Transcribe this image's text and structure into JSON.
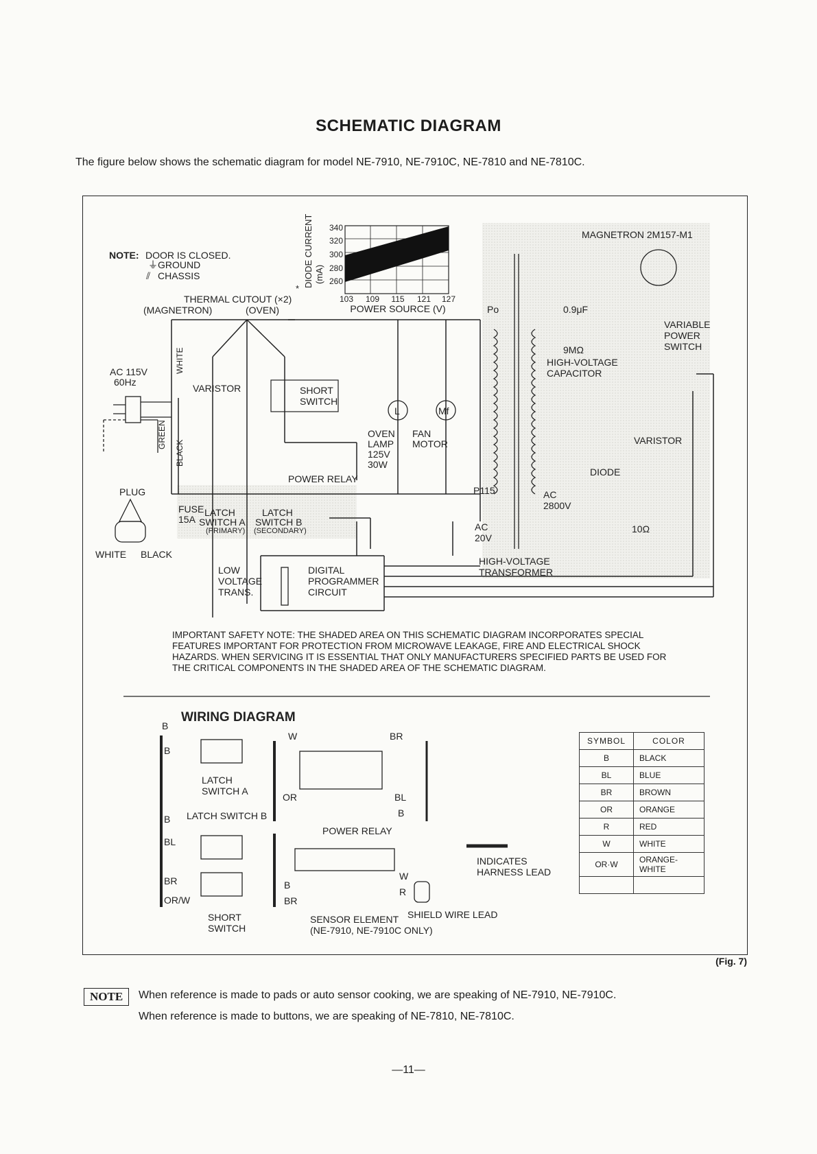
{
  "title": "SCHEMATIC DIAGRAM",
  "intro": "The figure below shows the schematic diagram for model NE-7910, NE-7910C, NE-7810 and NE-7810C.",
  "note": {
    "prefix": "NOTE:",
    "door": "DOOR IS CLOSED.",
    "ground": "GROUND",
    "chassis": "CHASSIS"
  },
  "graph": {
    "ylabel_1": "DIODE CURRENT",
    "ylabel_2": "(mA)",
    "yticks": [
      "340",
      "320",
      "300",
      "280",
      "260"
    ],
    "xticks": [
      "103",
      "109",
      "115",
      "121",
      "127"
    ],
    "xlabel": "POWER SOURCE (V)",
    "asterisk": "*"
  },
  "labels": {
    "thermal": "THERMAL CUTOUT (×2)",
    "magnetron_cut": "(MAGNETRON)",
    "oven_cut": "(OVEN)",
    "ac_1": "AC 115V",
    "ac_2": "60Hz",
    "white": "WHITE",
    "green": "GREEN",
    "black": "BLACK",
    "varistor": "VARISTOR",
    "short_1": "SHORT",
    "short_2": "SWITCH",
    "lamp_sym": "L",
    "fan_sym": "Mf",
    "oven_lamp": [
      "OVEN",
      "LAMP",
      "125V",
      "30W"
    ],
    "fan_motor": [
      "FAN",
      "MOTOR"
    ],
    "power_relay": "POWER RELAY",
    "plug": "PLUG",
    "plug_white": "WHITE",
    "plug_black": "BLACK",
    "fuse": [
      "FUSE",
      "15A"
    ],
    "latch_a": [
      "LATCH",
      "SWITCH A",
      "(PRIMARY)"
    ],
    "latch_b": [
      "LATCH",
      "SWITCH B",
      "(SECONDARY)"
    ],
    "low_voltage": [
      "LOW",
      "VOLTAGE",
      "TRANS."
    ],
    "digital": [
      "DIGITAL",
      "PROGRAMMER",
      "CIRCUIT"
    ],
    "magnetron": "MAGNETRON 2M157-M1",
    "po": "Po",
    "capacitor_val": "0.9μF",
    "resistor_val": "9MΩ",
    "hv_cap": [
      "HIGH-VOLTAGE",
      "CAPACITOR"
    ],
    "variable_power": [
      "VARIABLE",
      "POWER",
      "SWITCH"
    ],
    "varistor2": "VARISTOR",
    "diode": "DIODE",
    "ac2800": [
      "AC",
      "2800V"
    ],
    "r10": "10Ω",
    "p115": "P115",
    "ac20": [
      "AC",
      "20V"
    ],
    "hv_trans": [
      "HIGH-VOLTAGE",
      "TRANSFORMER"
    ]
  },
  "safety_note": "IMPORTANT SAFETY NOTE: THE SHADED AREA ON THIS SCHEMATIC DIAGRAM INCORPORATES SPECIAL FEATURES IMPORTANT FOR PROTECTION FROM MICROWAVE LEAKAGE, FIRE AND ELECTRICAL SHOCK HAZARDS. WHEN SERVICING IT IS ESSENTIAL THAT ONLY MANUFACTURERS SPECIFIED PARTS BE USED FOR THE CRITICAL COMPONENTS IN THE SHADED AREA OF THE SCHEMATIC DIAGRAM.",
  "wiring": {
    "title": "WIRING DIAGRAM",
    "latch_a": [
      "LATCH",
      "SWITCH A"
    ],
    "latch_b": "LATCH SWITCH B",
    "short": [
      "SHORT",
      "SWITCH"
    ],
    "power_relay": "POWER RELAY",
    "sensor": [
      "SENSOR ELEMENT",
      "(NE-7910, NE-7910C ONLY)"
    ],
    "shield": "SHIELD WIRE LEAD",
    "harness": [
      "INDICATES",
      "HARNESS LEAD"
    ],
    "w_b1": "B",
    "w_b2": "B",
    "w_b3": "B",
    "w_bl": "BL",
    "w_br": "BR",
    "w_orw": "OR/W",
    "w_w": "W",
    "w_brtop": "BR",
    "w_or": "OR",
    "w_bl2": "BL",
    "w_b4": "B",
    "w_b5": "B",
    "w_br2": "BR",
    "w_w2": "W",
    "w_r": "R"
  },
  "color_table": {
    "headers": [
      "SYMBOL",
      "COLOR"
    ],
    "rows": [
      [
        "B",
        "BLACK"
      ],
      [
        "BL",
        "BLUE"
      ],
      [
        "BR",
        "BROWN"
      ],
      [
        "OR",
        "ORANGE"
      ],
      [
        "R",
        "RED"
      ],
      [
        "W",
        "WHITE"
      ],
      [
        "OR·W",
        "ORANGE-WHITE"
      ],
      [
        "",
        ""
      ]
    ]
  },
  "fig_label": "(Fig. 7)",
  "footer_note": {
    "tag": "NOTE",
    "line1": "When reference is made to pads or auto sensor cooking, we are speaking of NE-7910, NE-7910C.",
    "line2": "When reference is made to buttons, we are speaking of NE-7810, NE-7810C."
  },
  "page_number": "—11—"
}
